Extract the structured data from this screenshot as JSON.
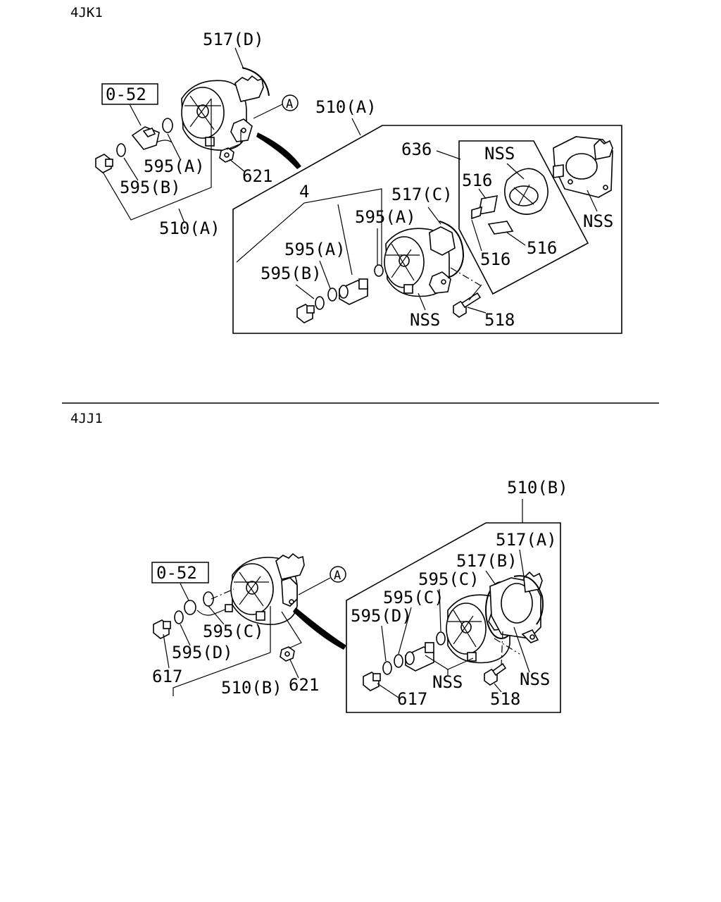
{
  "sections": {
    "top": {
      "engine": "4JK1",
      "refbox": "0-52",
      "circle_marker": "A",
      "labels": {
        "p517d": "517(D)",
        "p510a_upper": "510(A)",
        "p510a_lower": "510(A)",
        "p595a_left": "595(A)",
        "p595b_left": "595(B)",
        "p621": "621",
        "p636": "636",
        "nss_top": "NSS",
        "nss_right": "NSS",
        "nss_mid": "NSS",
        "p516_a": "516",
        "p516_b": "516",
        "p516_c": "516",
        "p4": "4",
        "p517c": "517(C)",
        "p595a_in1": "595(A)",
        "p595a_in2": "595(A)",
        "p595b_in": "595(B)",
        "p518": "518"
      }
    },
    "bottom": {
      "engine": "4JJ1",
      "refbox": "0-52",
      "circle_marker": "A",
      "labels": {
        "p510b_top": "510(B)",
        "p517a": "517(A)",
        "p517b": "517(B)",
        "p595c_1": "595(C)",
        "p595c_2": "595(C)",
        "p595d_in": "595(D)",
        "p595c_left": "595(C)",
        "p595d_left": "595(D)",
        "p617_left": "617",
        "p510b_left": "510(B)",
        "p621": "621",
        "nss_1": "NSS",
        "nss_2": "NSS",
        "p617_in": "617",
        "p518": "518"
      }
    }
  }
}
